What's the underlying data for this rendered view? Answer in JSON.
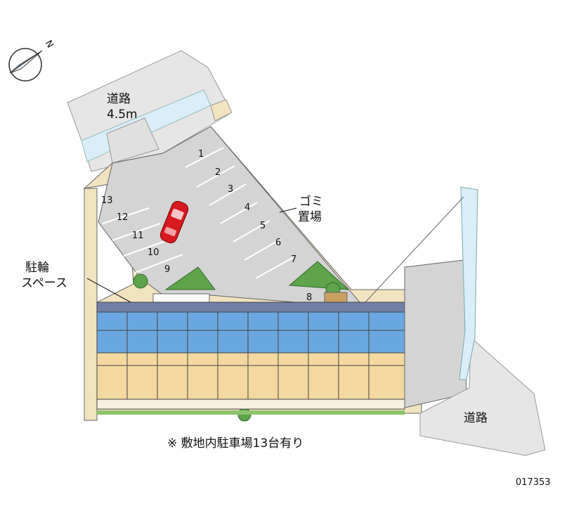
{
  "compass": {
    "north_letter": "N"
  },
  "road_top": {
    "name": "道路",
    "width": "4.5m"
  },
  "road_bottom": {
    "name": "道路"
  },
  "garbage": {
    "line1": "ゴミ",
    "line2": "置場"
  },
  "bicycle": {
    "line1": "駐輪",
    "line2": "スペース"
  },
  "parking_numbers": [
    "1",
    "2",
    "3",
    "4",
    "5",
    "6",
    "7",
    "8",
    "9",
    "10",
    "11",
    "12",
    "13"
  ],
  "note": "※ 敷地内駐車場13台有り",
  "code": "017353",
  "colors": {
    "road": "#e6e6e6",
    "parking": "#d4d4d4",
    "site": "#f2e3c0",
    "building_blue": "#6aa7e0",
    "building_tan": "#f3d9a0",
    "greenery": "#5fa34a",
    "car": "#d71920",
    "water": "#d9eef8"
  }
}
